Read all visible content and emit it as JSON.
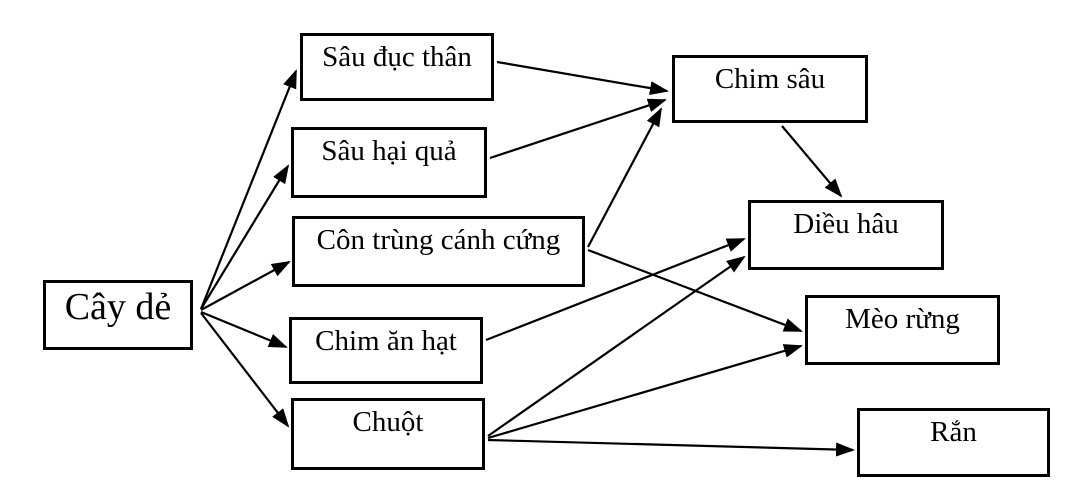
{
  "diagram": {
    "type": "food-web",
    "background_color": "#ffffff",
    "box_border_color": "#000000",
    "arrow_color": "#000000",
    "text_color": "#000000",
    "nodes": {
      "cay_de": {
        "label": "Cây dẻ"
      },
      "sau_duc_than": {
        "label": "Sâu đục thân"
      },
      "sau_hai_qua": {
        "label": "Sâu hại quả"
      },
      "con_trung_canh_cung": {
        "label": "Côn trùng cánh cứng"
      },
      "chim_an_hat": {
        "label": "Chim ăn hạt"
      },
      "chuot": {
        "label": "Chuột"
      },
      "chim_sau": {
        "label": "Chim sâu"
      },
      "dieu_hau": {
        "label": "Diều hâu"
      },
      "meo_rung": {
        "label": "Mèo rừng"
      },
      "ran": {
        "label": "Rắn"
      }
    },
    "edges": [
      {
        "from": "Cây dẻ",
        "to": "Sâu đục thân"
      },
      {
        "from": "Cây dẻ",
        "to": "Sâu hại quả"
      },
      {
        "from": "Cây dẻ",
        "to": "Côn trùng cánh cứng"
      },
      {
        "from": "Cây dẻ",
        "to": "Chim ăn hạt"
      },
      {
        "from": "Cây dẻ",
        "to": "Chuột"
      },
      {
        "from": "Sâu đục thân",
        "to": "Chim sâu"
      },
      {
        "from": "Sâu hại quả",
        "to": "Chim sâu"
      },
      {
        "from": "Côn trùng cánh cứng",
        "to": "Chim sâu"
      },
      {
        "from": "Côn trùng cánh cứng",
        "to": "Mèo rừng"
      },
      {
        "from": "Chim sâu",
        "to": "Diều hâu"
      },
      {
        "from": "Chim ăn hạt",
        "to": "Diều hâu"
      },
      {
        "from": "Chuột",
        "to": "Diều hâu"
      },
      {
        "from": "Chuột",
        "to": "Mèo rừng"
      },
      {
        "from": "Chuột",
        "to": "Rắn"
      }
    ]
  }
}
